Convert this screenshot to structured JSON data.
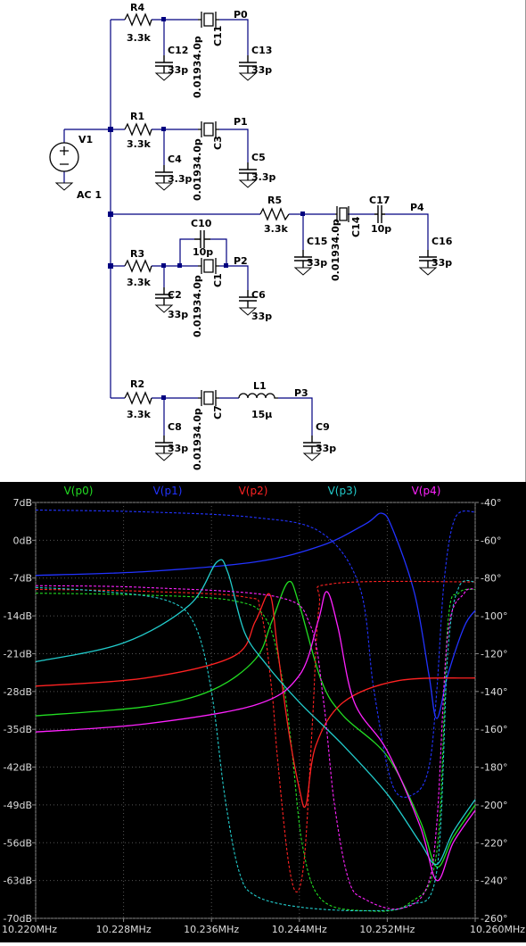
{
  "schematic": {
    "source": {
      "name": "V1",
      "value": "AC 1"
    },
    "labels": {
      "R4": "R4",
      "R4v": "3.3k",
      "C11": "C11",
      "C11v": "0.01934.0p",
      "P0": "P0",
      "C12": "C12",
      "C12v": "33p",
      "C13": "C13",
      "C13v": "33p",
      "R1": "R1",
      "R1v": "3.3k",
      "C3": "C3",
      "C3v": "0.01934.0p",
      "P1": "P1",
      "C4": "C4",
      "C4v": "3.3p",
      "C5": "C5",
      "C5v": "3.3p",
      "R5": "R5",
      "R5v": "3.3k",
      "C14": "C14",
      "C14v": "0.01934.0p",
      "C17": "C17",
      "C17v": "10p",
      "P4": "P4",
      "C15": "C15",
      "C15v": "33p",
      "C16": "C16",
      "C16v": "33p",
      "C10": "C10",
      "C10v": "10p",
      "R3": "R3",
      "R3v": "3.3k",
      "C1": "C1",
      "C1v": "0.01934.0p",
      "P2": "P2",
      "C2": "C2",
      "C2v": "33p",
      "C6": "C6",
      "C6v": "33p",
      "R2": "R2",
      "R2v": "3.3k",
      "C7": "C7",
      "C7v": "0.01934.0p",
      "L1": "L1",
      "L1v": "15µ",
      "P3": "P3",
      "C8": "C8",
      "C8v": "33p",
      "C9": "C9",
      "C9v": "33p"
    }
  },
  "chart_data": {
    "type": "line",
    "title": "",
    "x_ticks": [
      "10.220MHz",
      "10.228MHz",
      "10.236MHz",
      "10.244MHz",
      "10.252MHz",
      "10.260MHz"
    ],
    "xlim": [
      10.22,
      10.26
    ],
    "ylim_left": [
      -70,
      7
    ],
    "ylim_right": [
      -260,
      -40
    ],
    "left_ticks": [
      "7dB",
      "0dB",
      "-7dB",
      "-14dB",
      "-21dB",
      "-28dB",
      "-35dB",
      "-42dB",
      "-49dB",
      "-56dB",
      "-63dB",
      "-70dB"
    ],
    "right_ticks": [
      "-40°",
      "-60°",
      "-80°",
      "-100°",
      "-120°",
      "-140°",
      "-160°",
      "-180°",
      "-200°",
      "-220°",
      "-240°",
      "-260°"
    ],
    "legend_position": "top",
    "series": [
      {
        "name": "V(p0)",
        "color": "#22dd22",
        "magnitude": [
          [
            10.22,
            -32.5
          ],
          [
            10.23,
            -30.8
          ],
          [
            10.236,
            -27.8
          ],
          [
            10.24,
            -22.0
          ],
          [
            10.2415,
            -15.0
          ],
          [
            10.243,
            -7.7
          ],
          [
            10.244,
            -12.0
          ],
          [
            10.246,
            -26.0
          ],
          [
            10.248,
            -32.5
          ],
          [
            10.252,
            -40.0
          ],
          [
            10.255,
            -52.0
          ],
          [
            10.2565,
            -60.5
          ],
          [
            10.258,
            -55.0
          ],
          [
            10.26,
            -49.0
          ]
        ],
        "phase": [
          [
            10.22,
            -88.0
          ],
          [
            10.23,
            -89.0
          ],
          [
            10.238,
            -92.0
          ],
          [
            10.241,
            -102.0
          ],
          [
            10.2425,
            -135.0
          ],
          [
            10.2433,
            -170.0
          ],
          [
            10.2443,
            -222.0
          ],
          [
            10.246,
            -250.0
          ],
          [
            10.25,
            -256.0
          ],
          [
            10.254,
            -252.0
          ],
          [
            10.2565,
            -225.0
          ],
          [
            10.2575,
            -105.0
          ],
          [
            10.2585,
            -88.0
          ],
          [
            10.26,
            -86.0
          ]
        ]
      },
      {
        "name": "V(p1)",
        "color": "#2233ff",
        "magnitude": [
          [
            10.22,
            -6.5
          ],
          [
            10.23,
            -5.8
          ],
          [
            10.24,
            -4.0
          ],
          [
            10.246,
            -1.0
          ],
          [
            10.25,
            3.0
          ],
          [
            10.2515,
            5.0
          ],
          [
            10.2525,
            2.0
          ],
          [
            10.2545,
            -10.0
          ],
          [
            10.2558,
            -25.0
          ],
          [
            10.2565,
            -33.0
          ],
          [
            10.2575,
            -25.0
          ],
          [
            10.259,
            -16.0
          ],
          [
            10.26,
            -13.0
          ]
        ],
        "phase": [
          [
            10.22,
            -44.0
          ],
          [
            10.23,
            -45.0
          ],
          [
            10.24,
            -48.0
          ],
          [
            10.246,
            -56.0
          ],
          [
            10.2495,
            -85.0
          ],
          [
            10.2508,
            -140.0
          ],
          [
            10.2525,
            -190.0
          ],
          [
            10.2545,
            -194.0
          ],
          [
            10.2558,
            -180.0
          ],
          [
            10.2565,
            -140.0
          ],
          [
            10.2572,
            -80.0
          ],
          [
            10.2582,
            -48.0
          ],
          [
            10.26,
            -45.0
          ]
        ]
      },
      {
        "name": "V(p2)",
        "color": "#ff2222",
        "magnitude": [
          [
            10.22,
            -27.0
          ],
          [
            10.23,
            -25.5
          ],
          [
            10.238,
            -21.5
          ],
          [
            10.24,
            -15.0
          ],
          [
            10.2413,
            -10.0
          ],
          [
            10.242,
            -20.0
          ],
          [
            10.243,
            -35.0
          ],
          [
            10.244,
            -46.0
          ],
          [
            10.2446,
            -49.0
          ],
          [
            10.2455,
            -38.0
          ],
          [
            10.248,
            -30.0
          ],
          [
            10.253,
            -26.0
          ],
          [
            10.26,
            -25.5
          ]
        ],
        "phase": [
          [
            10.22,
            -86.0
          ],
          [
            10.23,
            -87.0
          ],
          [
            10.239,
            -90.0
          ],
          [
            10.2405,
            -98.0
          ],
          [
            10.2415,
            -140.0
          ],
          [
            10.242,
            -175.0
          ],
          [
            10.243,
            -230.0
          ],
          [
            10.2438,
            -246.0
          ],
          [
            10.2445,
            -225.0
          ],
          [
            10.2452,
            -155.0
          ],
          [
            10.2458,
            -95.0
          ],
          [
            10.247,
            -83.0
          ],
          [
            10.26,
            -82.0
          ]
        ]
      },
      {
        "name": "V(p3)",
        "color": "#22cccc",
        "magnitude": [
          [
            10.22,
            -22.5
          ],
          [
            10.228,
            -19.0
          ],
          [
            10.234,
            -12.0
          ],
          [
            10.2365,
            -4.0
          ],
          [
            10.2375,
            -6.0
          ],
          [
            10.239,
            -17.0
          ],
          [
            10.241,
            -23.0
          ],
          [
            10.244,
            -30.0
          ],
          [
            10.248,
            -38.0
          ],
          [
            10.252,
            -47.0
          ],
          [
            10.255,
            -56.0
          ],
          [
            10.2565,
            -60.0
          ],
          [
            10.258,
            -54.0
          ],
          [
            10.26,
            -48.0
          ]
        ],
        "phase": [
          [
            10.22,
            -85.0
          ],
          [
            10.226,
            -87.0
          ],
          [
            10.232,
            -92.0
          ],
          [
            10.2345,
            -105.0
          ],
          [
            10.236,
            -140.0
          ],
          [
            10.2372,
            -195.0
          ],
          [
            10.2385,
            -235.0
          ],
          [
            10.24,
            -248.0
          ],
          [
            10.244,
            -254.0
          ],
          [
            10.25,
            -256.0
          ],
          [
            10.254,
            -253.0
          ],
          [
            10.2565,
            -235.0
          ],
          [
            10.2575,
            -120.0
          ],
          [
            10.2585,
            -85.0
          ],
          [
            10.26,
            -82.0
          ]
        ]
      },
      {
        "name": "V(p4)",
        "color": "#ff22ff",
        "magnitude": [
          [
            10.22,
            -35.5
          ],
          [
            10.23,
            -34.0
          ],
          [
            10.24,
            -30.5
          ],
          [
            10.244,
            -25.0
          ],
          [
            10.2457,
            -15.0
          ],
          [
            10.2465,
            -9.5
          ],
          [
            10.2475,
            -16.0
          ],
          [
            10.249,
            -30.0
          ],
          [
            10.252,
            -39.0
          ],
          [
            10.255,
            -53.0
          ],
          [
            10.2565,
            -63.0
          ],
          [
            10.258,
            -56.0
          ],
          [
            10.26,
            -50.0
          ]
        ],
        "phase": [
          [
            10.22,
            -84.0
          ],
          [
            10.23,
            -85.0
          ],
          [
            10.242,
            -90.0
          ],
          [
            10.245,
            -105.0
          ],
          [
            10.2462,
            -145.0
          ],
          [
            10.2472,
            -200.0
          ],
          [
            10.2485,
            -240.0
          ],
          [
            10.25,
            -250.0
          ],
          [
            10.253,
            -255.0
          ],
          [
            10.2555,
            -245.0
          ],
          [
            10.2565,
            -210.0
          ],
          [
            10.2575,
            -110.0
          ],
          [
            10.259,
            -88.0
          ],
          [
            10.26,
            -86.0
          ]
        ]
      }
    ]
  }
}
